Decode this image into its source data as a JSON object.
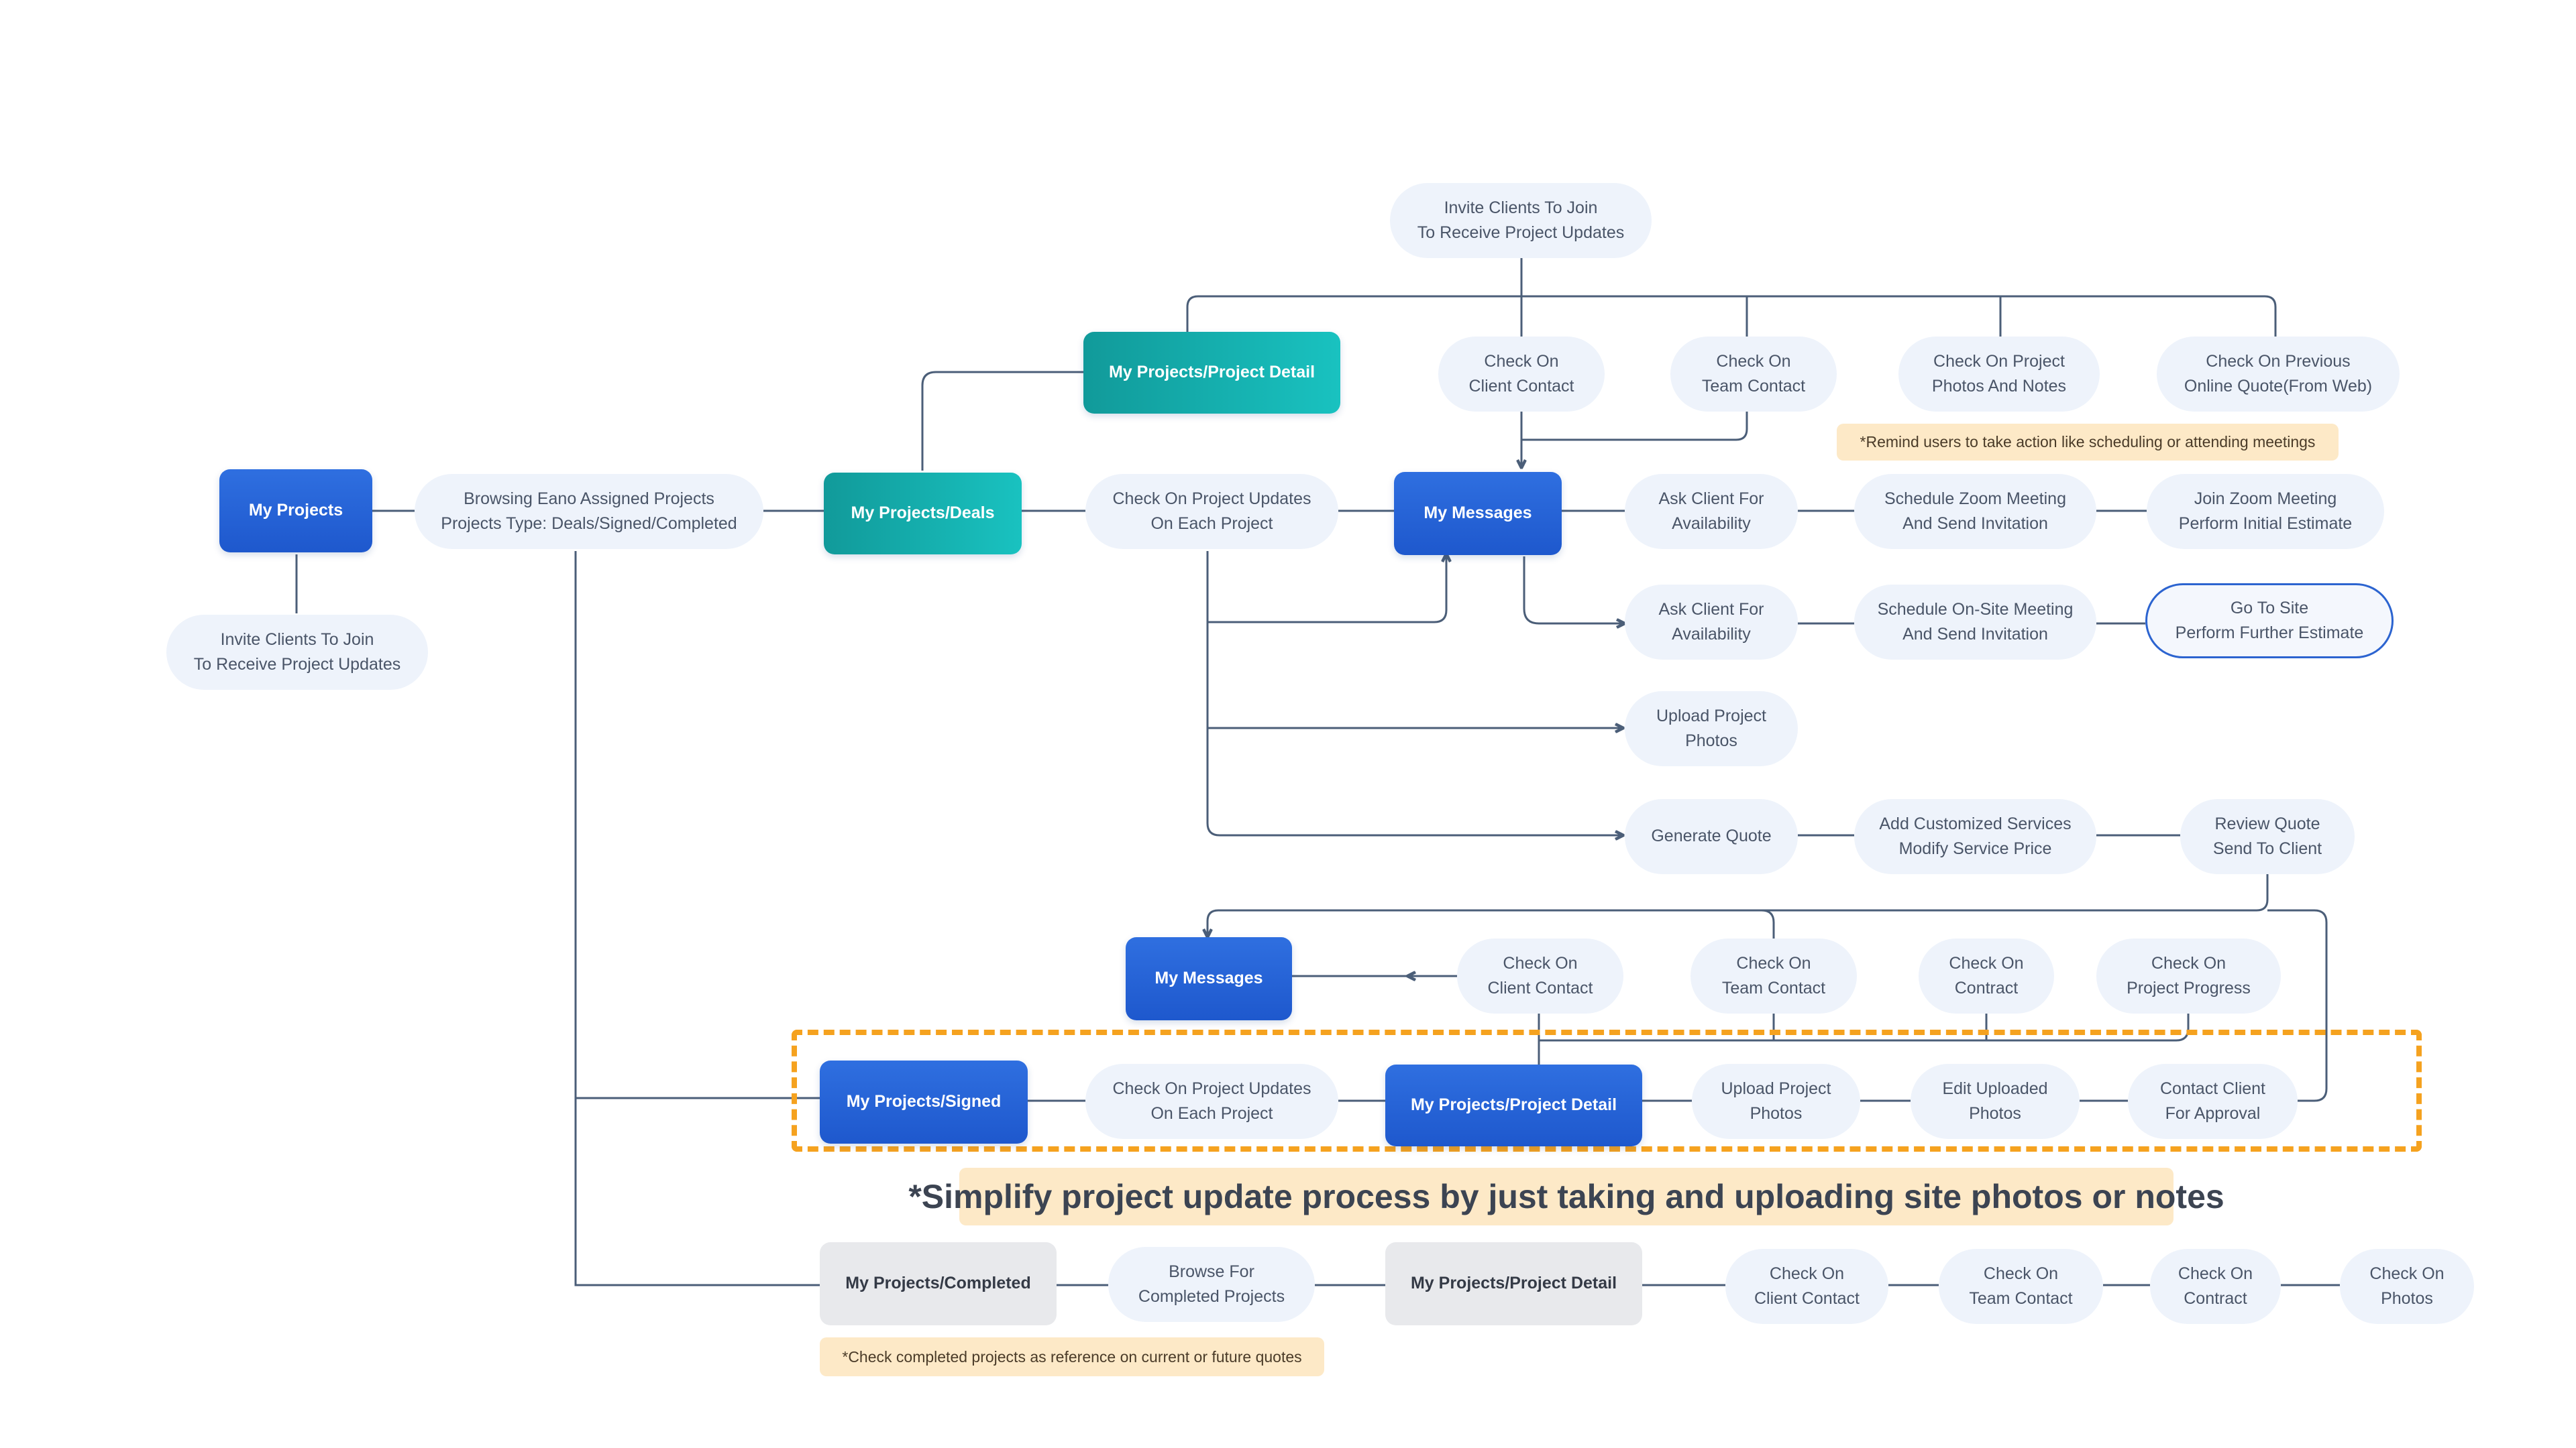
{
  "flow": {
    "my_projects": "My Projects",
    "browsing": "Browsing Eano Assigned Projects\nProjects Type: Deals/Signed/Completed",
    "invite_left": "Invite Clients To Join\nTo Receive Project Updates",
    "deals": "My Projects/Deals",
    "detail_top": "My Projects/Project Detail",
    "invite_top": "Invite Clients To Join\nTo Receive Project Updates",
    "check_client_top": "Check On\nClient Contact",
    "check_team_top": "Check On\nTeam Contact",
    "check_photos_notes": "Check On Project\nPhotos And Notes",
    "check_prev_quote": "Check On Previous\nOnline Quote(From Web)",
    "remind_note": "*Remind users to take action like scheduling or attending meetings",
    "updates_deals": "Check On Project Updates\nOn Each Project",
    "messages_deals": "My Messages",
    "ask_zoom": "Ask Client For\nAvailability",
    "schedule_zoom": "Schedule Zoom Meeting\nAnd Send Invitation",
    "join_zoom": "Join Zoom Meeting\nPerform Initial Estimate",
    "ask_site": "Ask Client For\nAvailability",
    "schedule_site": "Schedule On-Site Meeting\nAnd Send Invitation",
    "go_site": "Go To Site\nPerform Further Estimate",
    "upload_deals": "Upload Project\nPhotos",
    "gen_quote": "Generate Quote",
    "add_services": "Add Customized Services\nModify Service Price",
    "review_quote": "Review Quote\nSend To Client",
    "messages_signed": "My Messages",
    "signed_client": "Check On\nClient Contact",
    "signed_team": "Check On\nTeam Contact",
    "signed_contract": "Check On\nContract",
    "signed_progress": "Check On\nProject Progress",
    "signed": "My Projects/Signed",
    "updates_signed": "Check On Project Updates\nOn Each Project",
    "detail_signed": "My Projects/Project Detail",
    "upload_signed": "Upload Project\nPhotos",
    "edit_photos": "Edit Uploaded\nPhotos",
    "contact_approval": "Contact Client\nFor Approval",
    "simplify_banner": "*Simplify project update process by just taking and uploading site photos or notes",
    "completed": "My Projects/Completed",
    "browse_completed": "Browse For\nCompleted Projects",
    "detail_completed": "My Projects/Project Detail",
    "comp_client": "Check On\nClient Contact",
    "comp_team": "Check On\nTeam Contact",
    "comp_contract": "Check On\nContract",
    "comp_photos": "Check On\nPhotos",
    "completed_note": "*Check completed projects as reference on current or future quotes"
  },
  "colors": {
    "primary_blue": "#1e58cd",
    "teal": "#13b0ae",
    "pill_bg": "#eef3fb",
    "note_bg": "#fde9c7",
    "highlight_dash": "#f5a21f",
    "connector": "#4b5e78"
  }
}
